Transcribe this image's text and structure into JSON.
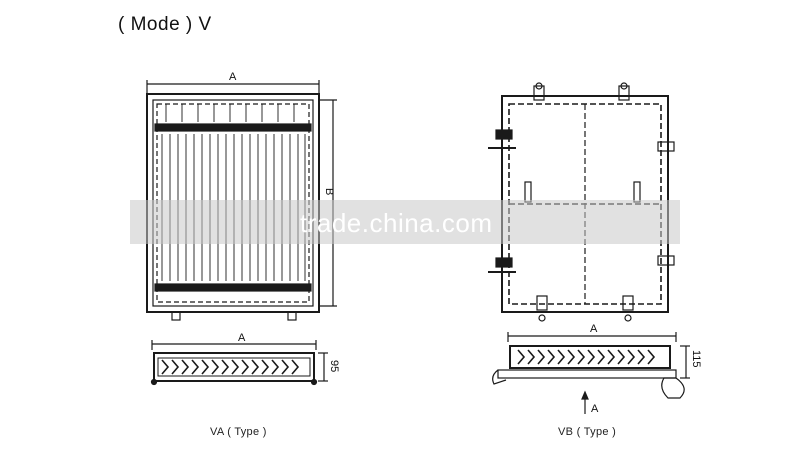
{
  "heading": "( Mode ) V",
  "watermark": "trade.china.com",
  "left": {
    "dim_a": "A",
    "dim_b": "B",
    "side_dim_a": "A",
    "side_height": "95",
    "caption": "VA  ( Type )"
  },
  "right": {
    "side_dim_a": "A",
    "side_height": "115",
    "arrow_label": "A",
    "caption": "VB  ( Type )"
  },
  "colors": {
    "line": "#1a1a1a",
    "watermark_band": "#c8c8c8"
  }
}
